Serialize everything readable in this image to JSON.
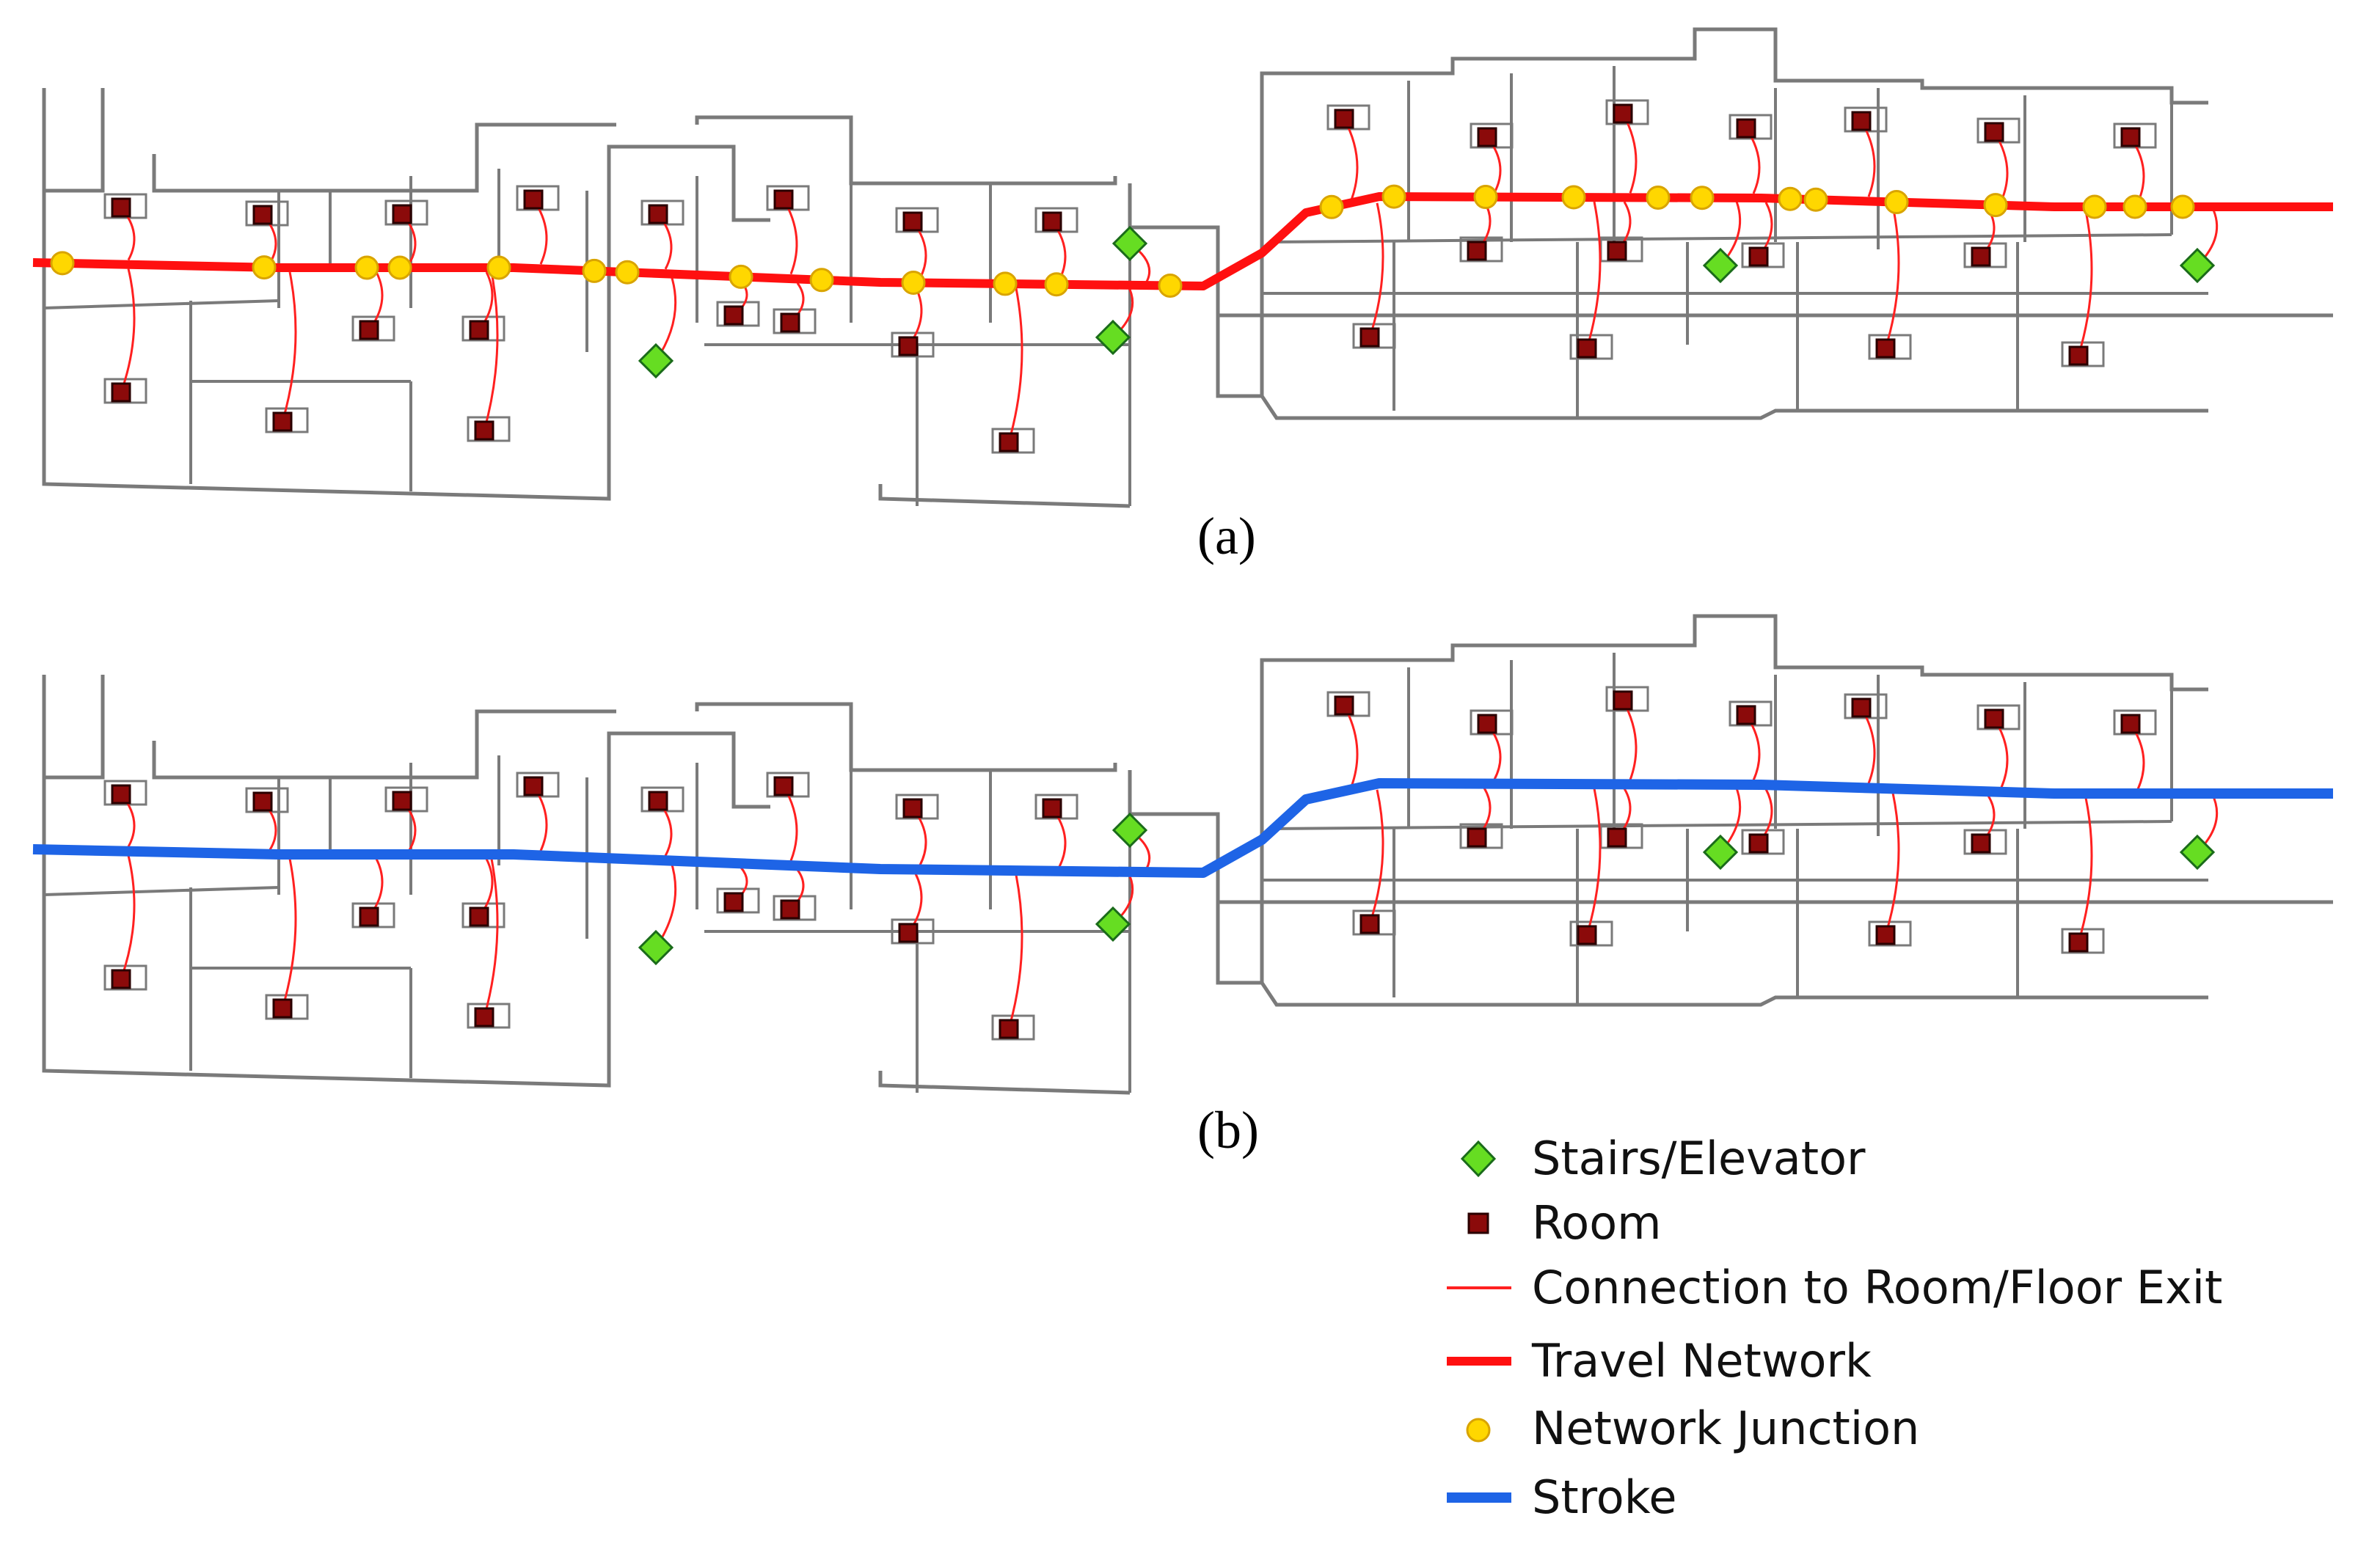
{
  "panels": [
    {
      "label": "(a)",
      "network": "travel"
    },
    {
      "label": "(b)",
      "network": "stroke"
    }
  ],
  "colors": {
    "wall": "#7a7a7a",
    "stairs": "#66dd22",
    "stairs_outline": "#1a6b1a",
    "room": "#8b0a0a",
    "connection": "#ff2020",
    "travel": "#ff1010",
    "junction": "#ffd700",
    "junction_outline": "#d9a400",
    "stroke": "#1e64e6"
  },
  "legend": [
    {
      "symbol": "stairs",
      "label": "Stairs/Elevator"
    },
    {
      "symbol": "room",
      "label": "Room"
    },
    {
      "symbol": "connection",
      "label": "Connection to Room/Floor Exit"
    },
    {
      "symbol": "travel",
      "label": "Travel Network"
    },
    {
      "symbol": "junction",
      "label": "Network Junction"
    },
    {
      "symbol": "stroke",
      "label": "Stroke"
    }
  ]
}
